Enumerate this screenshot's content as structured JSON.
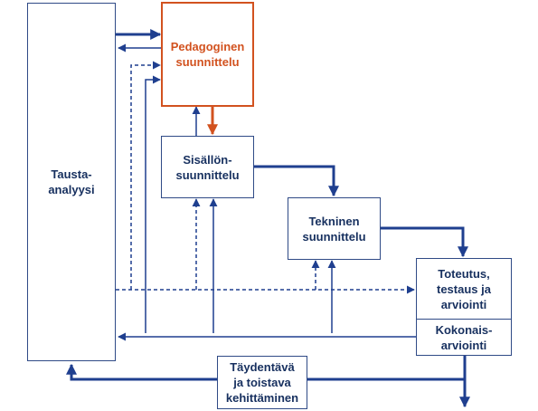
{
  "boxes": {
    "background_analysis": "Tausta-\nanalyysi",
    "pedagogical_design": "Pedagoginen\nsuunnittelu",
    "content_design": "Sisällön-\nsuunnittelu",
    "technical_design": "Tekninen\nsuunnittelu",
    "implementation": "Toteutus,\ntestaus ja\narviointi",
    "overall_evaluation": "Kokonais-\narviointi",
    "iterative_development": "Täydentävä\nja toistava\nkehittäminen"
  },
  "colors": {
    "arrow_blue": "#1f3f8f",
    "pedagogical_orange": "#d2521f",
    "text_blue": "#17305f"
  }
}
